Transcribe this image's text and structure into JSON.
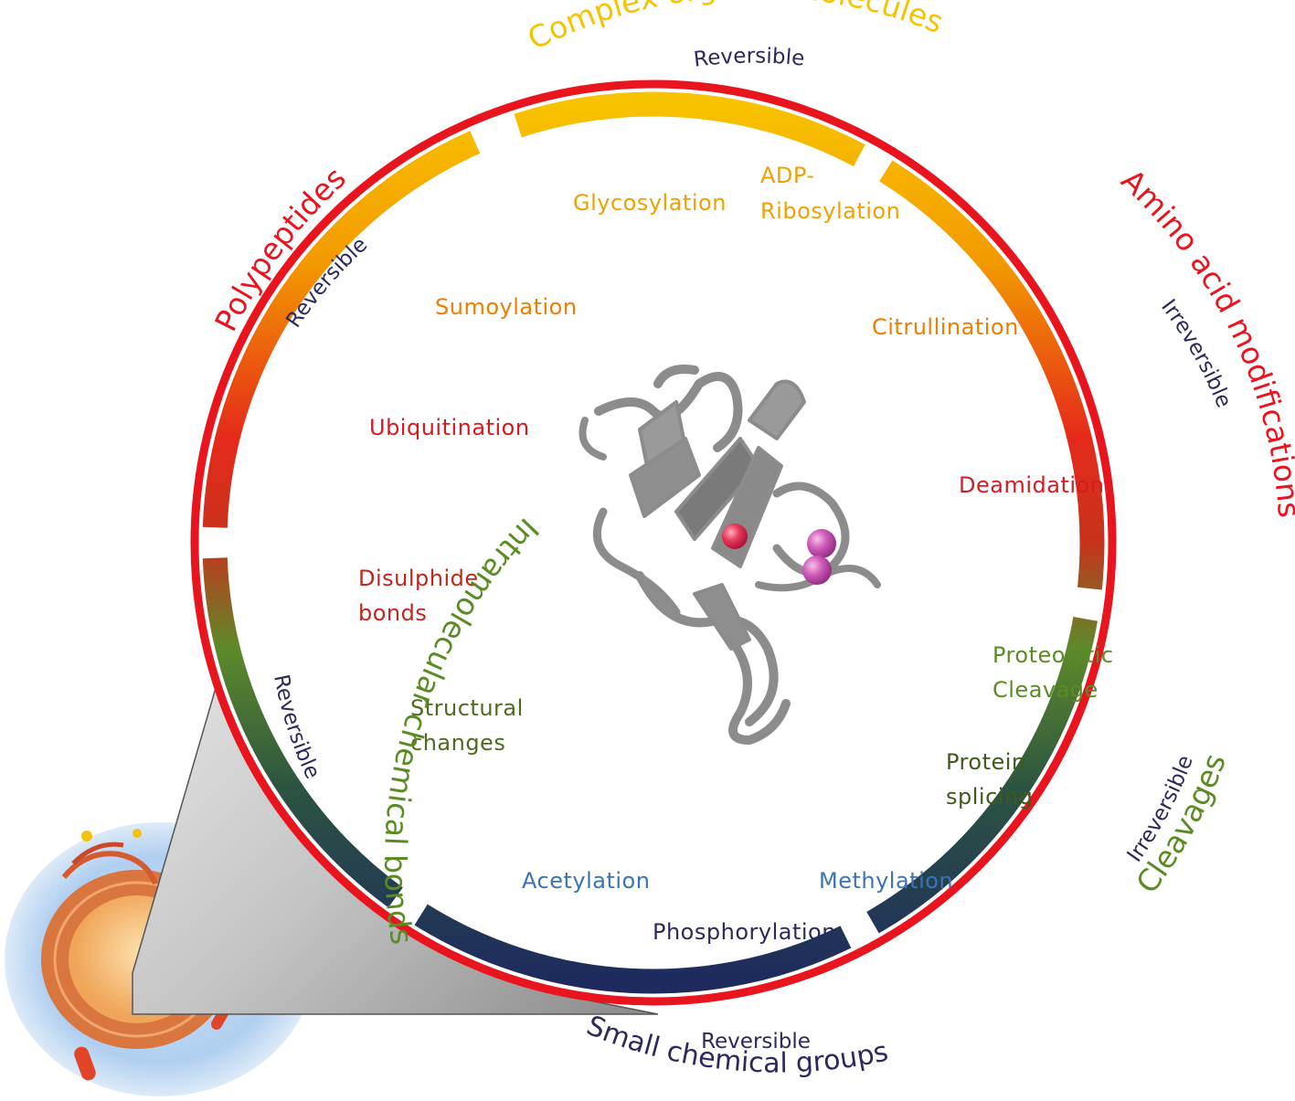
{
  "categories": {
    "complex": {
      "name": "Complex organic molecules",
      "reversibility": "Reversible",
      "color": "#f5c400"
    },
    "amino": {
      "name": "Amino acid modifications",
      "reversibility": "Irreversible",
      "color": "#e8141e"
    },
    "cleavages": {
      "name": "Cleavages",
      "reversibility": "Irreversible",
      "color": "#5b8c23"
    },
    "small": {
      "name": "Small chemical groups",
      "reversibility": "Reversible",
      "color": "#2b2a5e"
    },
    "intramolecular": {
      "name": "Intramolecular chemical bonds",
      "reversibility": "Reversible",
      "color": "#5b8c23"
    },
    "polypeptides": {
      "name": "Polypeptides",
      "reversibility": "Reversible",
      "color": "#e8141e"
    }
  },
  "modifications": {
    "glycosylation": "Glycosylation",
    "adp_line1": "ADP-",
    "adp_line2": "Ribosylation",
    "sumoylation": "Sumoylation",
    "citrullination": "Citrullination",
    "ubiquitination": "Ubiquitination",
    "deamidation": "Deamidation",
    "disulphide_line1": "Disulphide",
    "disulphide_line2": "bonds",
    "proteolytic_line1": "Proteolytic",
    "proteolytic_line2": "Cleavage",
    "structural_line1": "Structural",
    "structural_line2": "changes",
    "splicing_line1": "Protein",
    "splicing_line2": "splicing",
    "acetylation": "Acetylation",
    "methylation": "Methylation",
    "phosphorylation": "Phosphorylation"
  },
  "colors": {
    "outer_ring": "#e8141e",
    "orange_text": "#ef7d00",
    "yellow_text": "#f0a000",
    "red_text": "#d7191f",
    "green_text": "#5b7a23",
    "blue_text": "#3a74b4",
    "navy_text": "#2b2a5e",
    "protein": "#8a8a8a"
  },
  "icons": {
    "protein": "protein-ribbon-structure",
    "cell": "eukaryotic-cell-illustration"
  }
}
